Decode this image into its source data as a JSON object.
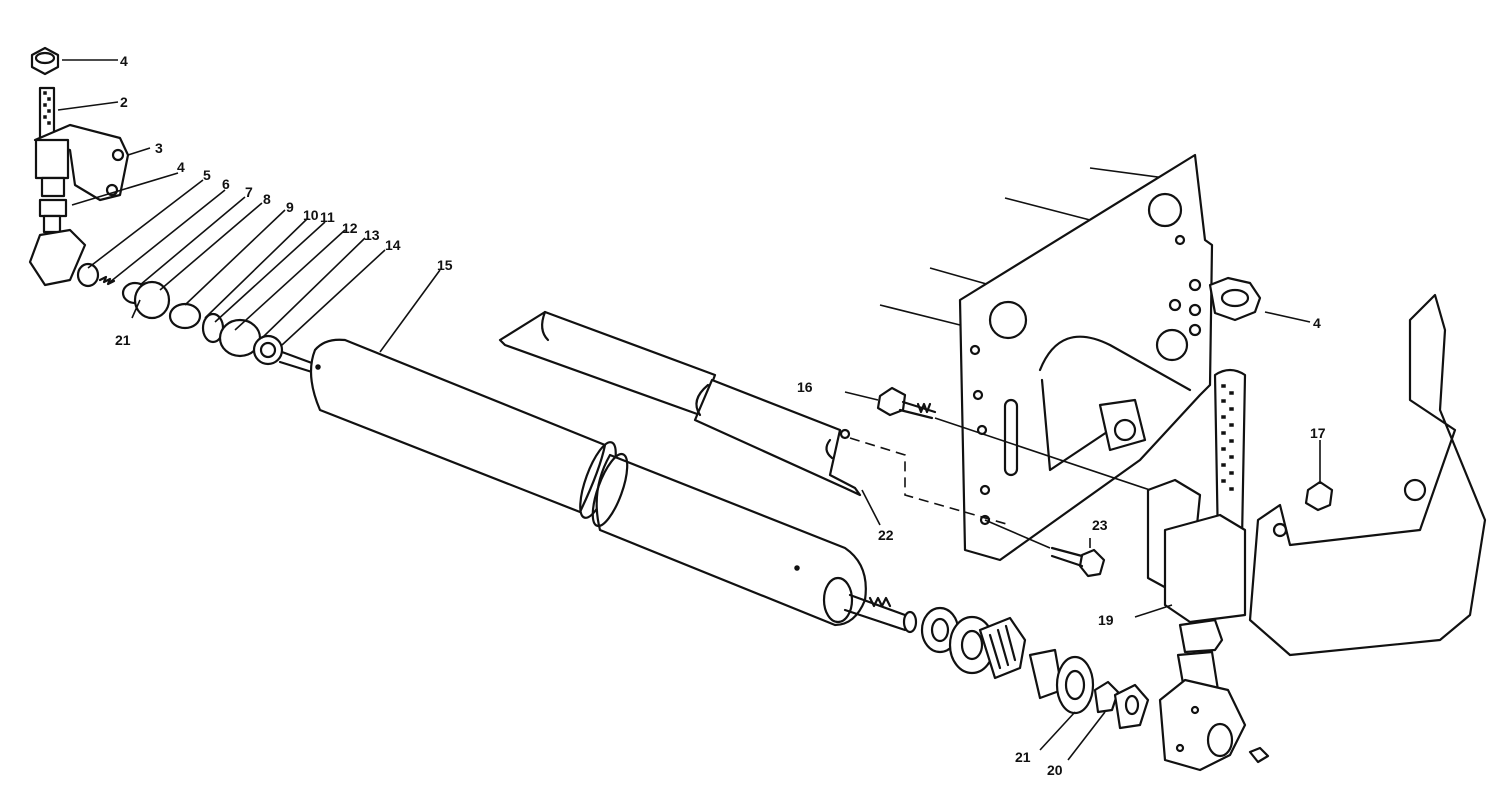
{
  "callouts": {
    "c4a": "4",
    "c2": "2",
    "c3": "3",
    "c4b": "4",
    "c5": "5",
    "c6": "6",
    "c7": "7",
    "c8": "8",
    "c9": "9",
    "c10": "10",
    "c11": "11",
    "c12": "12",
    "c13": "13",
    "c14": "14",
    "c15": "15",
    "c21a": "21",
    "c16": "16",
    "c4c": "4",
    "c17": "17",
    "c22": "22",
    "c23": "23",
    "c19": "19",
    "c21b": "21",
    "c20": "20"
  }
}
